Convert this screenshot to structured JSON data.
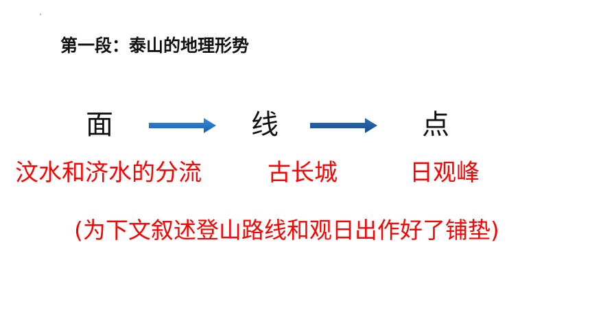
{
  "heading": "第一段：泰山的地理形势",
  "flow": {
    "nodes": [
      "面",
      "线",
      "点"
    ],
    "labels": [
      "汶水和济水的分流",
      "古长城",
      "日观峰"
    ]
  },
  "note": "(为下文叙述登山路线和观日出作好了铺垫)",
  "colors": {
    "label": "#ff0000",
    "arrow_1": "#1f70c1",
    "arrow_2": "#1a5aa5"
  },
  "icons": [
    "arrow-right-icon",
    "arrow-right-icon"
  ]
}
